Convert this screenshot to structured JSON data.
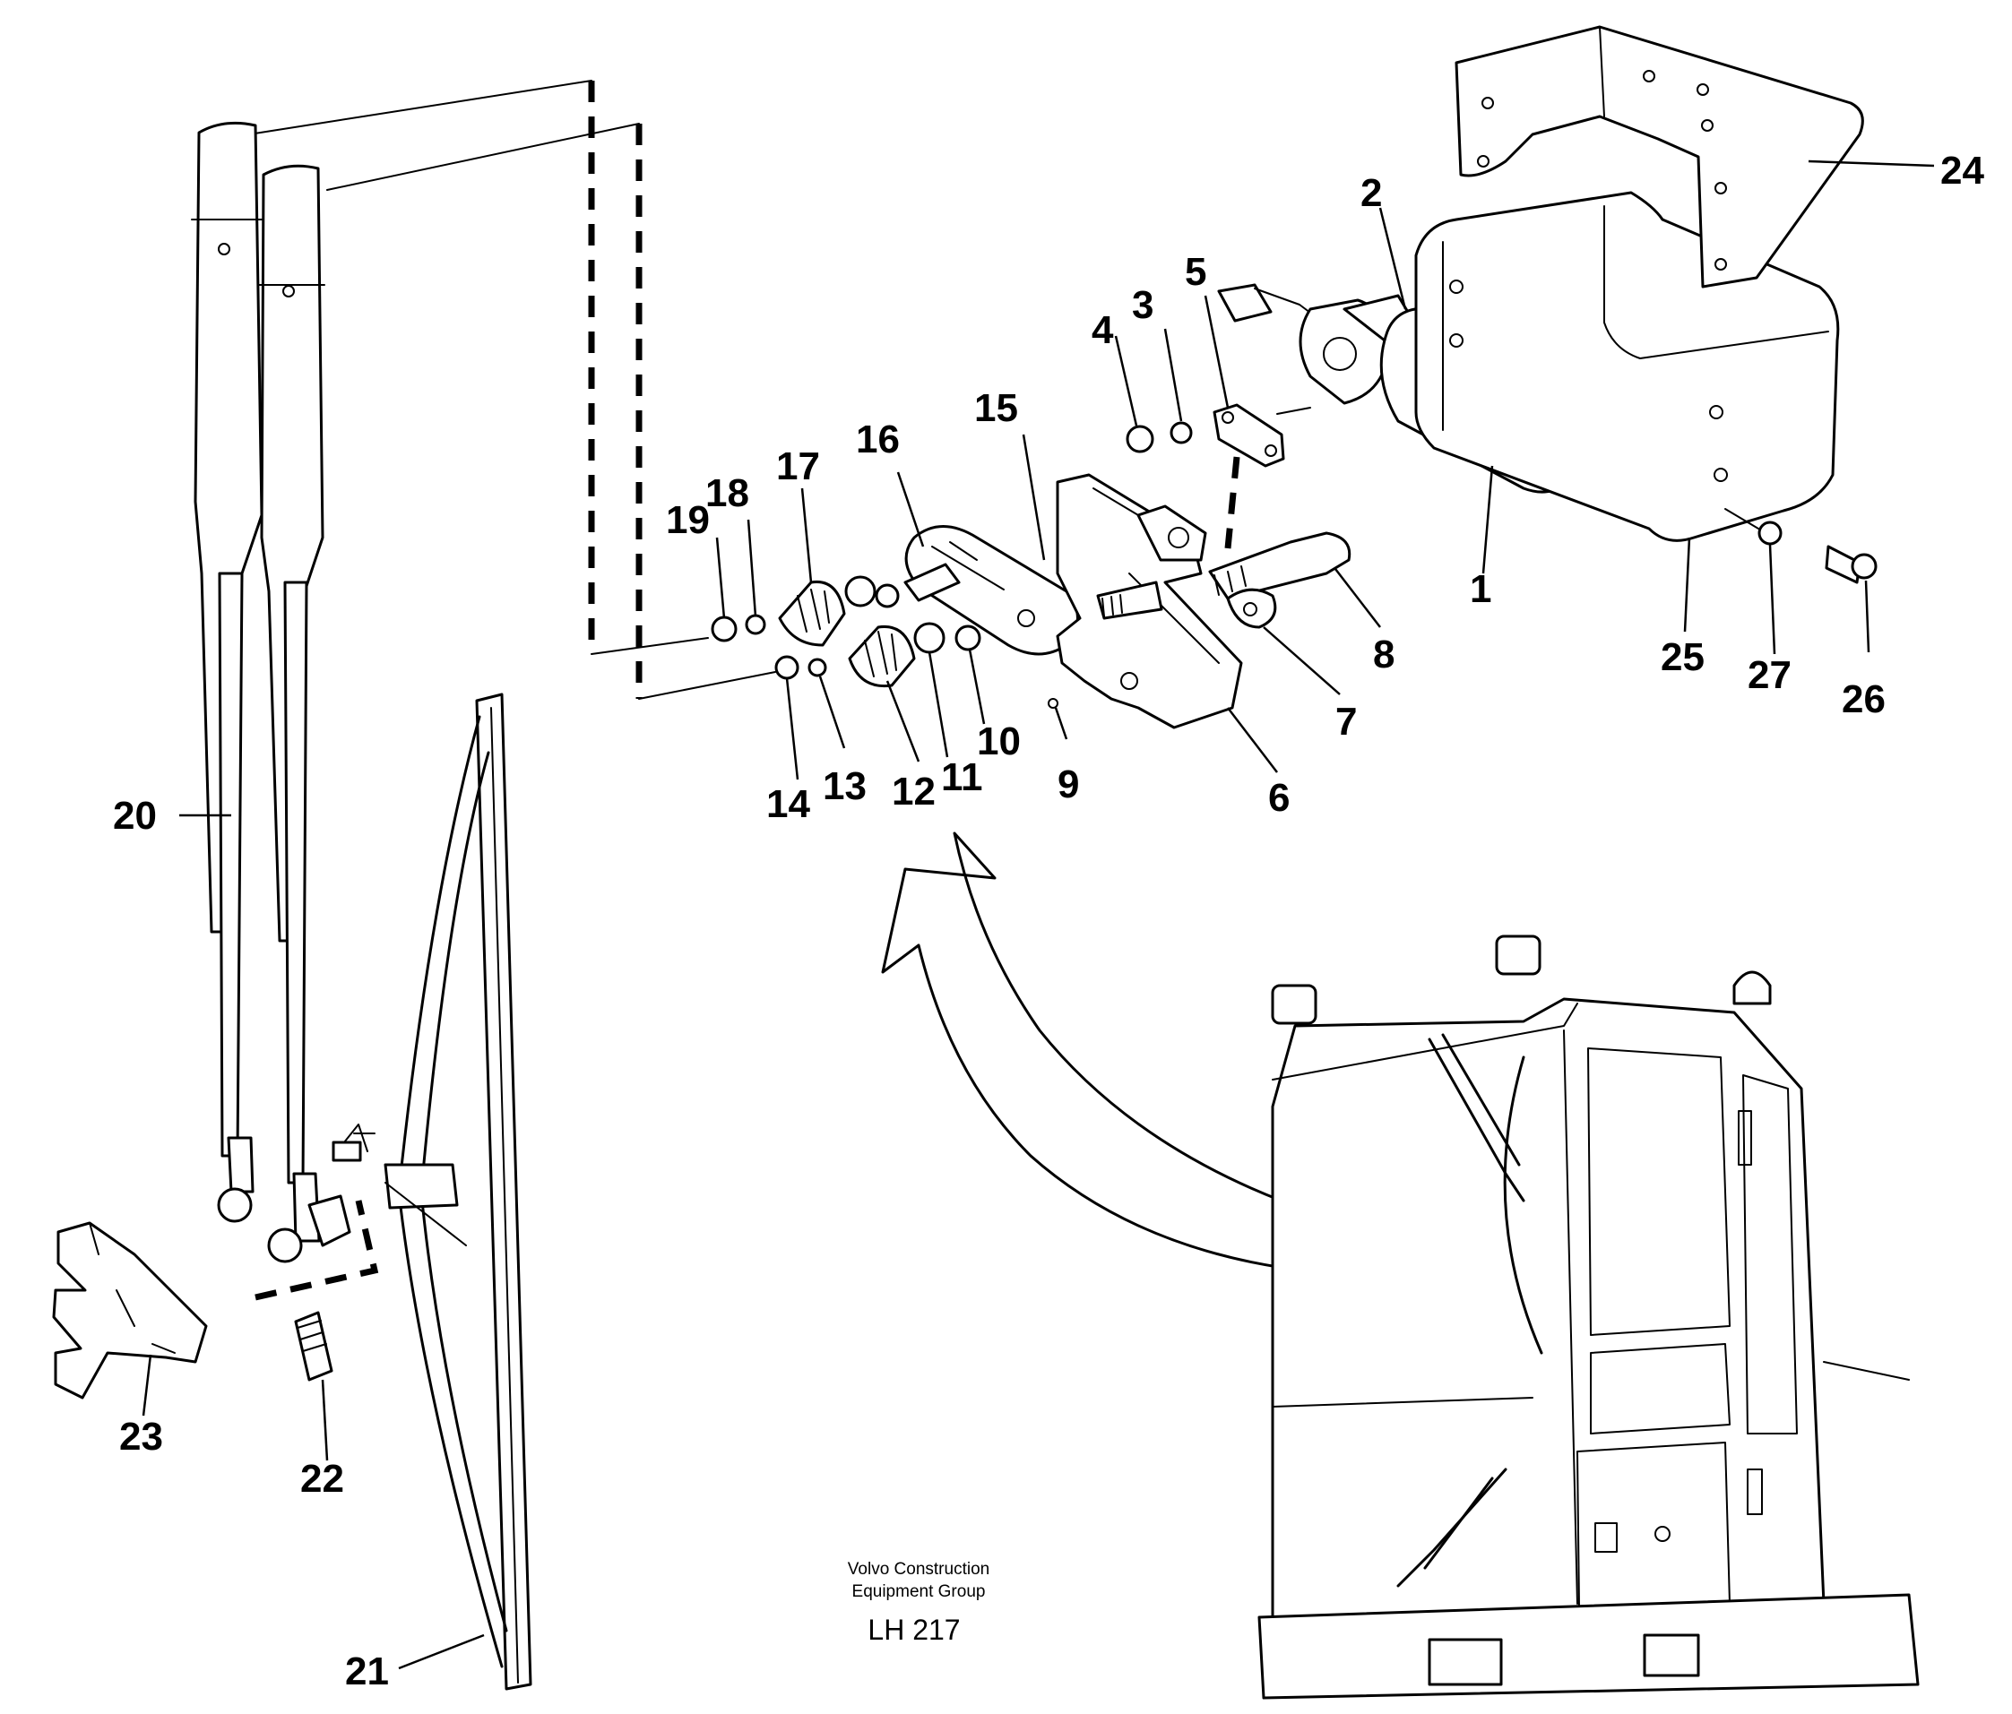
{
  "figure": {
    "credit_line1": "Volvo Construction",
    "credit_line2": "Equipment Group",
    "code": "LH 217"
  },
  "callouts": [
    "1",
    "2",
    "3",
    "4",
    "5",
    "6",
    "7",
    "8",
    "9",
    "10",
    "11",
    "12",
    "13",
    "14",
    "15",
    "16",
    "17",
    "18",
    "19",
    "20",
    "21",
    "22",
    "23",
    "24",
    "25",
    "26",
    "27"
  ]
}
